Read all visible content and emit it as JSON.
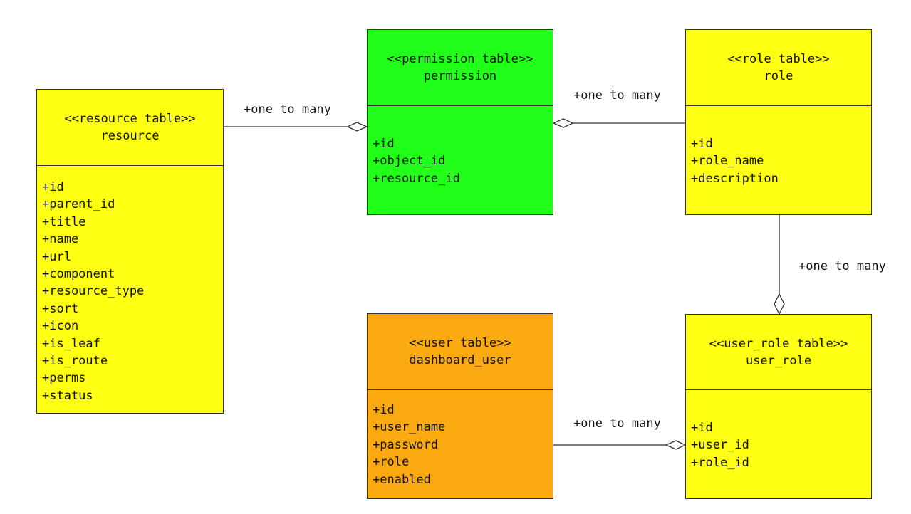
{
  "colors": {
    "resource": "#ffff14",
    "permission": "#22ff1a",
    "role": "#ffff14",
    "user": "#fcaa12",
    "user_role": "#ffff14",
    "border": "#333333"
  },
  "tables": {
    "resource": {
      "stereotype": "<<resource table>>",
      "name": "resource",
      "attributes": [
        "+id",
        "+parent_id",
        "+title",
        "+name",
        "+url",
        "+component",
        "+resource_type",
        "+sort",
        "+icon",
        "+is_leaf",
        "+is_route",
        "+perms",
        "+status"
      ]
    },
    "permission": {
      "stereotype": "<<permission table>>",
      "name": "permission",
      "attributes": [
        "+id",
        "+object_id",
        "+resource_id"
      ]
    },
    "role": {
      "stereotype": "<<role table>>",
      "name": "role",
      "attributes": [
        "+id",
        "+role_name",
        "+description"
      ]
    },
    "user": {
      "stereotype": "<<user table>>",
      "name": "dashboard_user",
      "attributes": [
        "+id",
        "+user_name",
        "+password",
        "+role",
        "+enabled"
      ]
    },
    "user_role": {
      "stereotype": "<<user_role table>>",
      "name": "user_role",
      "attributes": [
        "+id",
        "+user_id",
        "+role_id"
      ]
    }
  },
  "relations": {
    "resource_permission": "+one to many",
    "role_permission": "+one to many",
    "role_user_role": "+one to many",
    "user_user_role": "+one to many"
  }
}
